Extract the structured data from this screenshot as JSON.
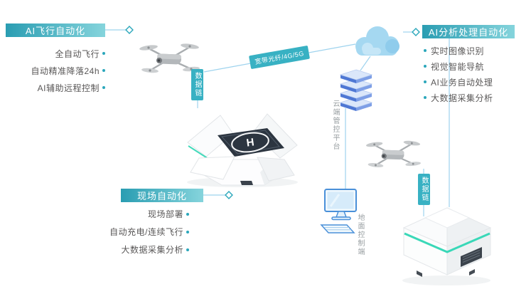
{
  "sections": {
    "flight": {
      "title": "AI飞行自动化",
      "items": [
        "全自动飞行",
        "自动精准降落24h",
        "AI辅助远程控制"
      ]
    },
    "analysis": {
      "title": "AI分析处理自动化",
      "items": [
        "实时图像识别",
        "视觉智能导航",
        "AI业务自动处理",
        "大数据采集分析"
      ]
    },
    "site": {
      "title": "现场自动化",
      "items": [
        "现场部署",
        "自动充电/连续飞行",
        "大数据采集分析"
      ]
    }
  },
  "links": {
    "datalink_top": "数据链",
    "datalink_right": "数据链",
    "backhaul": "宽带光纤/4G/5G",
    "cloud_platform": "云端管控平台",
    "ground_station": "地面控制端"
  },
  "station": {
    "pad_letter": "H"
  },
  "colors": {
    "banner_teal": "#2a9db2",
    "banner_teal_light": "#85d4dc",
    "label_teal": "#38b1c3",
    "line_blue": "#9ed3ee",
    "text_gray": "#595757",
    "vtext_gray": "#9aa0a3",
    "cloud_blue": "#a5d8f1",
    "server_blue": "#4f78d4",
    "monitor_blue": "#4a90d9",
    "accent_green": "#2fd6b4"
  }
}
